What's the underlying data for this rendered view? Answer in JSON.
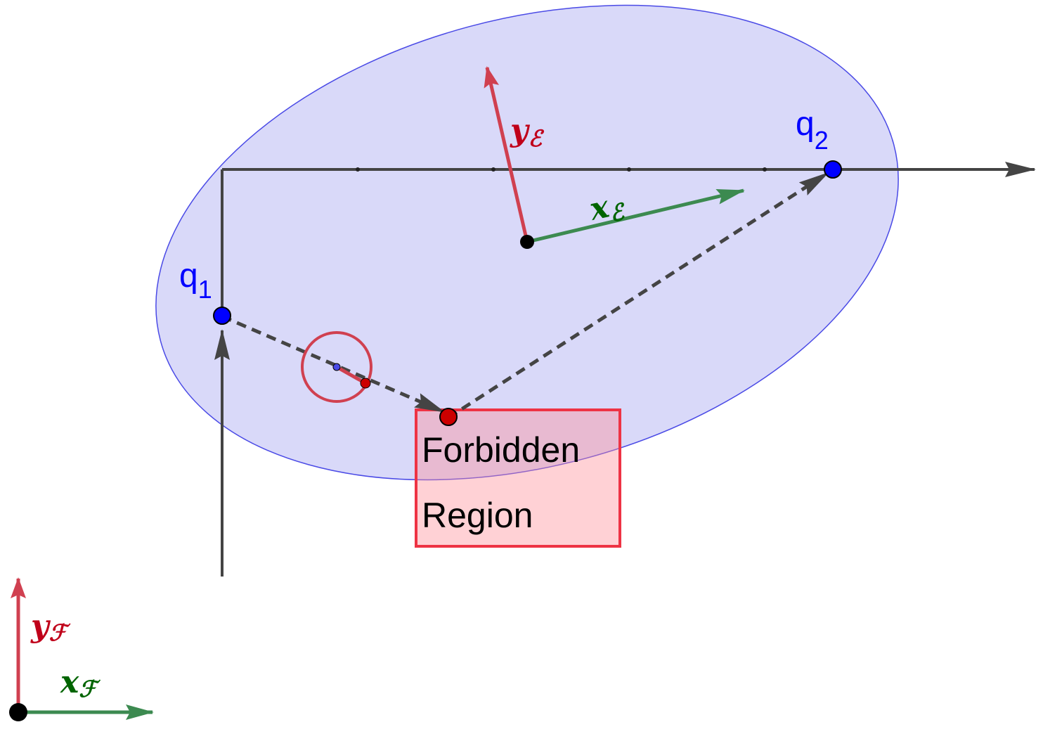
{
  "labels": {
    "q1": "q",
    "q1_sub": "1",
    "q2": "q",
    "q2_sub": "2",
    "y_e": "y",
    "y_e_sub": "ℰ",
    "x_e": "x",
    "x_e_sub": "ℰ",
    "y_f": "y",
    "y_f_sub": "ℱ",
    "x_f": "x",
    "x_f_sub": "ℱ",
    "region_line1": "Forbidden",
    "region_line2": "Region"
  },
  "colors": {
    "ellipse_fill": "#d9d9f9",
    "ellipse_stroke": "#4a4ae6",
    "axis": "#444444",
    "point_blue": "#0000ff",
    "red_axis": "#d04050",
    "red_label": "#c0001a",
    "green_axis": "#3c8a50",
    "green_label": "#006400",
    "region_fill": "rgba(255,140,150,0.4)",
    "region_stroke": "#ee3344"
  }
}
